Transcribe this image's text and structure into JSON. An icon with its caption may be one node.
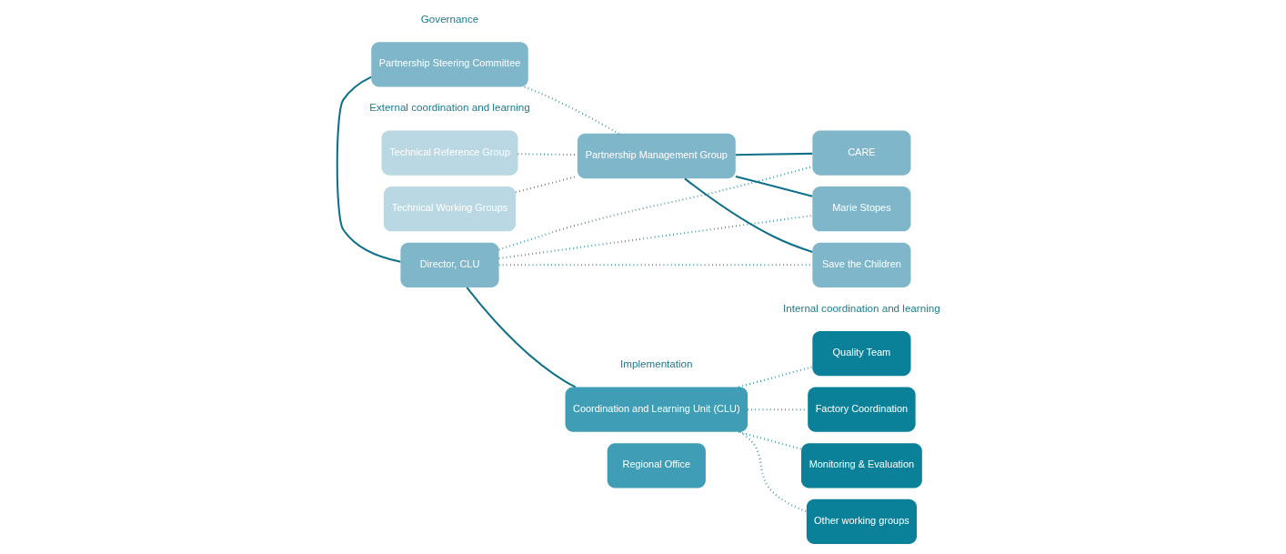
{
  "diagram": {
    "nodes": [
      {
        "text": [
          "Technical Reference Group"
        ]
      },
      {
        "text": [
          "Technical Working Groups"
        ]
      },
      {
        "text": [
          "Partnership Management Group"
        ]
      },
      {
        "text": [
          "Partnership Steering Committee"
        ]
      },
      {
        "text": [
          "Director, CLU"
        ]
      },
      {
        "text": [
          "Coordination and Learning Unit (CLU)"
        ]
      },
      {
        "text": [
          "Regional Office"
        ]
      },
      {
        "text": [
          "Quality Team"
        ]
      },
      {
        "text": [
          "Factory Coordination"
        ]
      },
      {
        "text": [
          "Monitoring & Evaluation"
        ]
      },
      {
        "text": [
          "Other working groups"
        ]
      },
      {
        "text": [
          "CARE"
        ]
      },
      {
        "text": [
          "Marie Stopes"
        ]
      },
      {
        "text": [
          "Save the Children"
        ]
      }
    ],
    "edges": [
      {
        "from": 3,
        "to": 4,
        "arrow": "none"
      },
      {
        "from": 3,
        "to": 2,
        "arrow": "none",
        "style": "dashed"
      },
      {
        "from": 0,
        "to": 2,
        "arrow": "none",
        "style": "dashed"
      },
      {
        "from": 1,
        "to": 2,
        "arrow": "none",
        "style": "dashed"
      },
      {
        "from": 4,
        "to": 5,
        "arrow": "none"
      },
      {
        "from": 2,
        "to": 11,
        "arrow": "none"
      },
      {
        "from": 2,
        "to": 12,
        "arrow": "none"
      },
      {
        "from": 2,
        "to": 13,
        "arrow": "none"
      },
      {
        "from": 4,
        "to": 11,
        "arrow": "none",
        "style": "dashed"
      },
      {
        "from": 4,
        "to": 12,
        "arrow": "none",
        "style": "dashed"
      },
      {
        "from": 4,
        "to": 13,
        "arrow": "none",
        "style": "dashed"
      },
      {
        "from": 5,
        "to": 7,
        "arrow": "none",
        "style": "dashed"
      },
      {
        "from": 5,
        "to": 8,
        "arrow": "none",
        "style": "dashed"
      },
      {
        "from": 5,
        "to": 9,
        "arrow": "none",
        "style": "dashed"
      },
      {
        "from": 5,
        "to": 10,
        "arrow": "none",
        "style": "dashed"
      }
    ],
    "labels": [
      "External coordination and learning",
      "Governance",
      "Implementation",
      "Internal coordination and learning"
    ]
  }
}
